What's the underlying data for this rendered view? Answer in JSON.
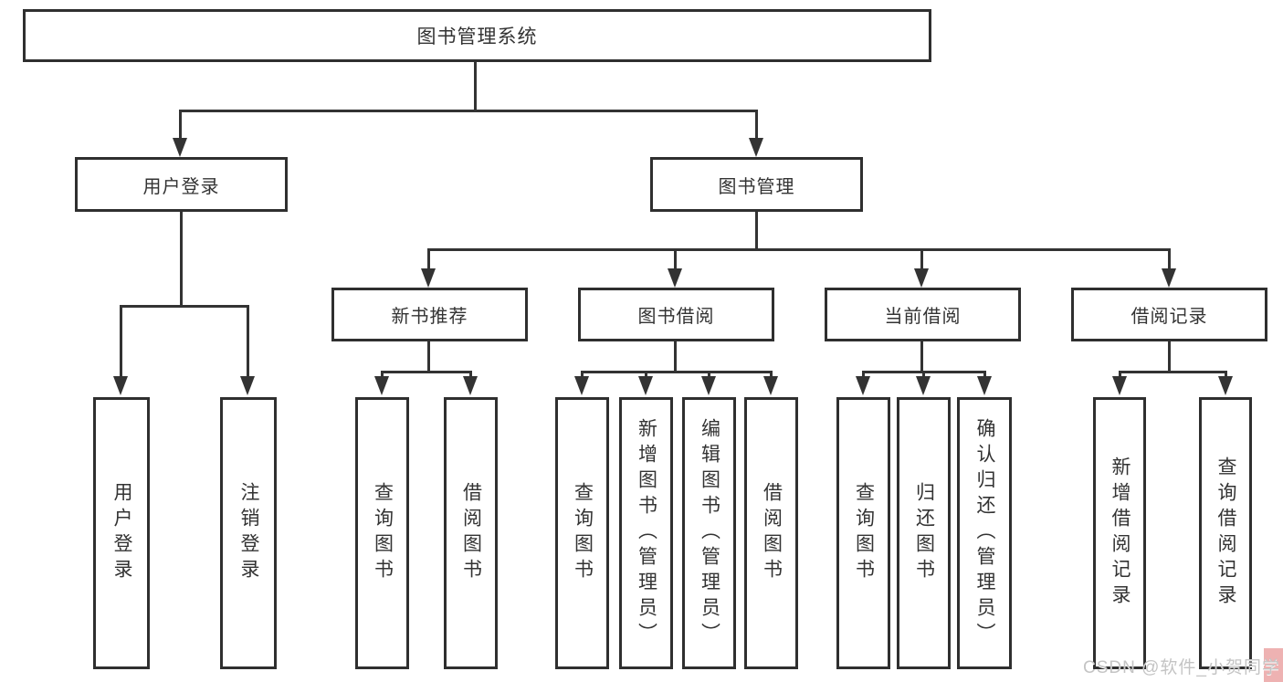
{
  "diagram": {
    "root": {
      "label": "图书管理系统"
    },
    "level2": [
      {
        "label": "用户登录"
      },
      {
        "label": "图书管理"
      }
    ],
    "level3": [
      {
        "label": "新书推荐"
      },
      {
        "label": "图书借阅"
      },
      {
        "label": "当前借阅"
      },
      {
        "label": "借阅记录"
      }
    ],
    "leaves": {
      "user_login": [
        {
          "label": "用户登录"
        },
        {
          "label": "注销登录"
        }
      ],
      "new_book_recommend": [
        {
          "label": "查询图书"
        },
        {
          "label": "借阅图书"
        }
      ],
      "book_borrow": [
        {
          "label": "查询图书"
        },
        {
          "label": "新增图书（管理员）"
        },
        {
          "label": "编辑图书（管理员）"
        },
        {
          "label": "借阅图书"
        }
      ],
      "current_borrow": [
        {
          "label": "查询图书"
        },
        {
          "label": "归还图书"
        },
        {
          "label": "确认归还（管理员）"
        }
      ],
      "borrow_records": [
        {
          "label": "新增借阅记录"
        },
        {
          "label": "查询借阅记录"
        }
      ]
    },
    "colors": {
      "line": "#333333",
      "box_border": "#2f2f2f",
      "text": "#333333",
      "background": "#ffffff",
      "watermark_text": "#c4c4c4",
      "watermark_accent": "#eeb2b2"
    }
  },
  "watermark": {
    "text": "CSDN @软件_小贺同学"
  }
}
